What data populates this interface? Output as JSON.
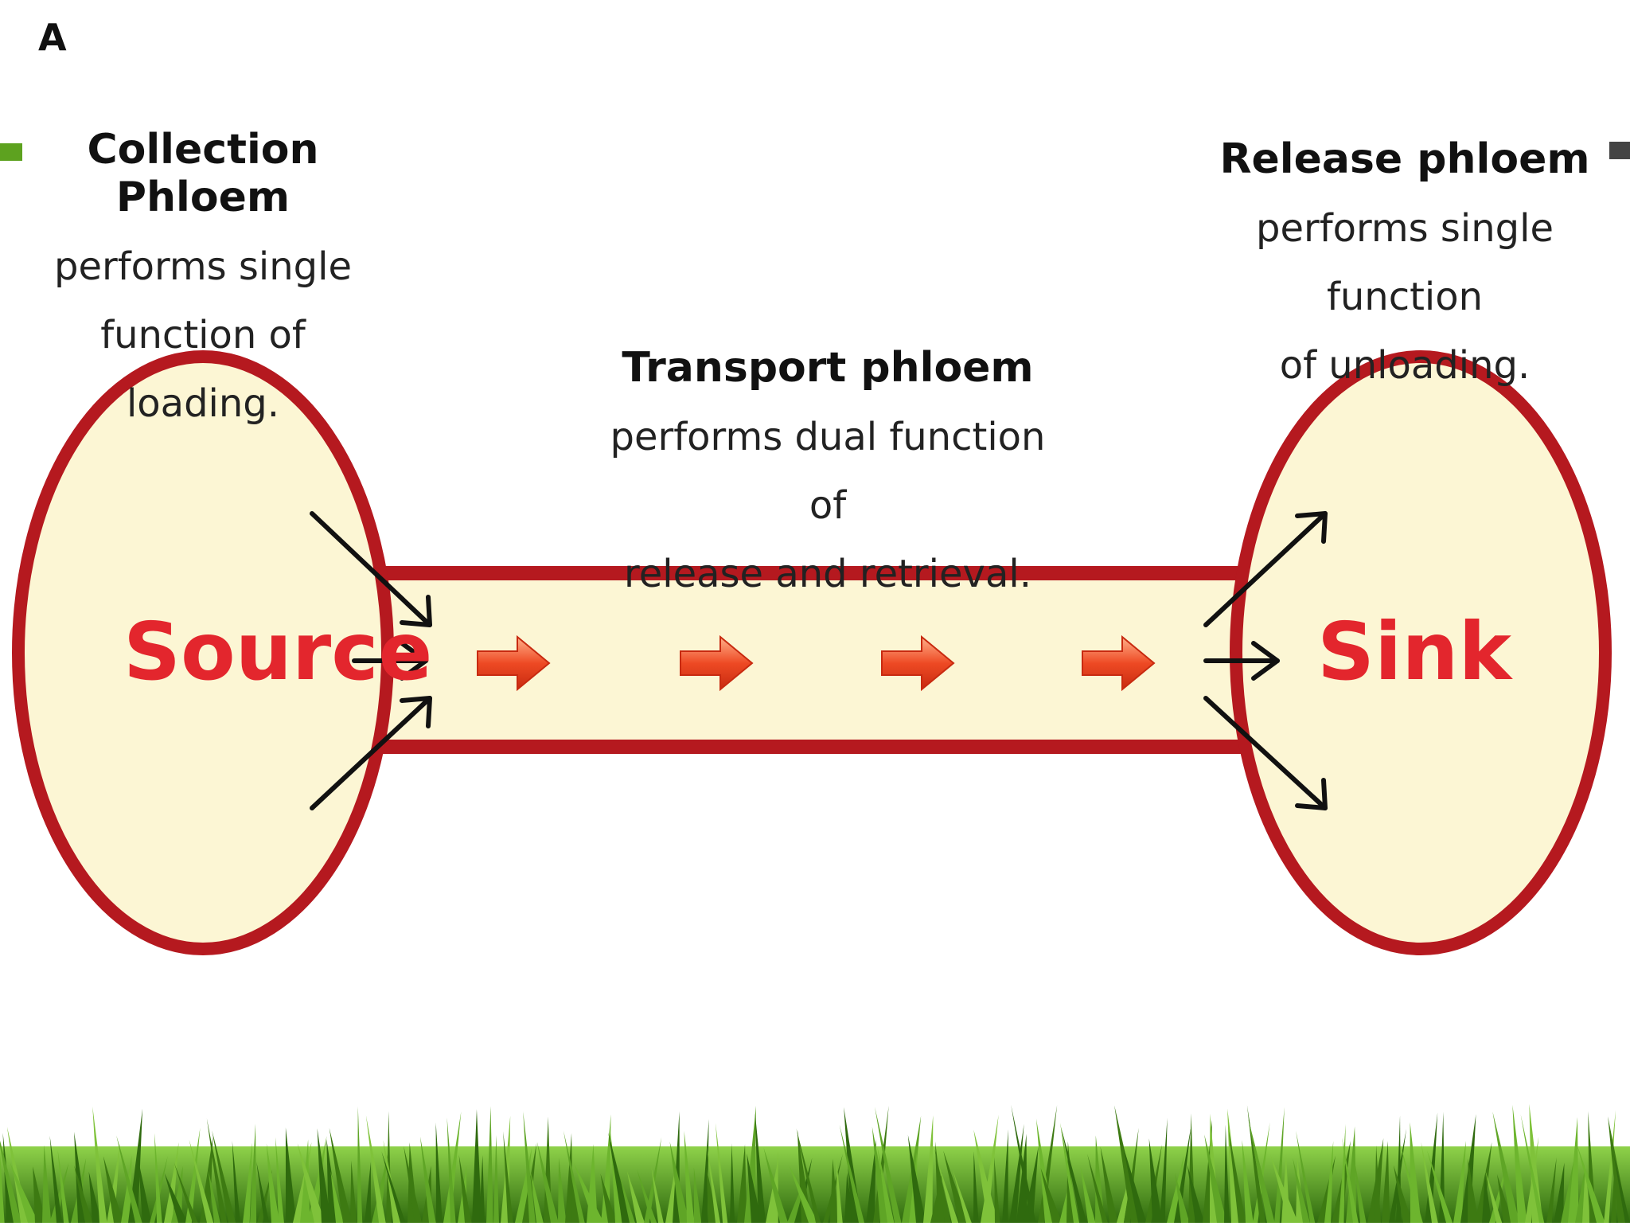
{
  "panel_letter": "A",
  "collection": {
    "title": "Collection Phloem",
    "line1": "performs single",
    "line2": "function of loading."
  },
  "transport": {
    "title": "Transport phloem",
    "line1": "performs dual function of",
    "line2": "release and retrieval."
  },
  "release": {
    "title": "Release phloem",
    "line1": "performs single function",
    "line2": "of unloading."
  },
  "source": {
    "label": "Source"
  },
  "sink": {
    "label": "Sink"
  },
  "colors": {
    "outline": "#b5191f",
    "fill": "#fcf6d4",
    "label_red": "#e3262d",
    "arrow_black": "#111111",
    "flow_arrow": "#ee4a24",
    "grass_dark": "#3d7a12",
    "grass_light": "#7fc23a"
  }
}
